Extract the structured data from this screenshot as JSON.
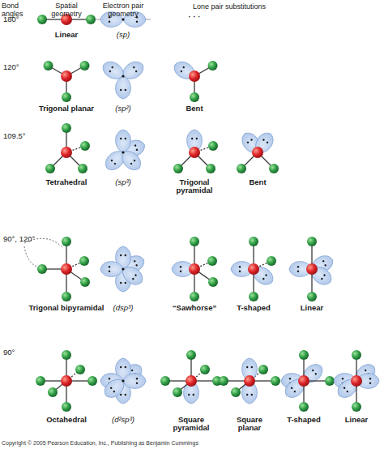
{
  "diagram": {
    "labels": [
      "Bond angles",
      "Spatial geometry",
      "Electron pair geometry",
      "Lone pair substitutions",
      "180°",
      "Linear",
      "(sp)",
      "· · ·",
      "120°",
      "Trigonal planar",
      "(sp²)",
      "Bent",
      "109.5°",
      "Tetrahedral",
      "(sp³)",
      "Trigonal pyramidal",
      "Bent",
      "90°, 120°",
      "Trigonal bipyramidal",
      "(dsp³)",
      "“Sawhorse”",
      "T-shaped",
      "Linear",
      "90°",
      "Octahedral",
      "(d²sp³)",
      "Square pyramidal",
      "Square planar",
      "T-shaped",
      "Linear",
      "Copyright © 2005 Pearson Education, Inc., Publishing as Benjamin Cummings"
    ]
  }
}
